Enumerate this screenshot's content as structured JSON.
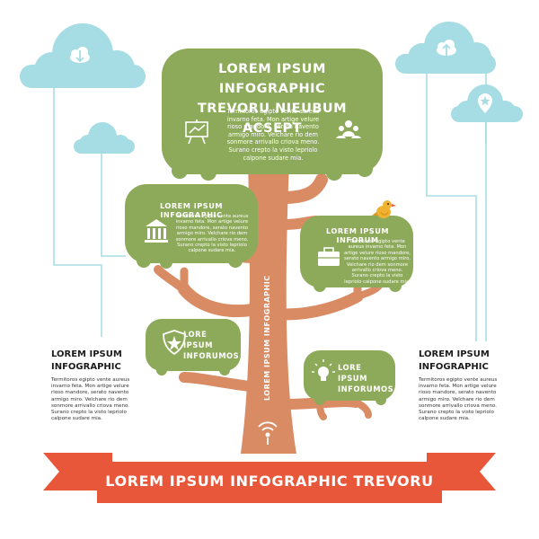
{
  "colors": {
    "leaf": "#8caa59",
    "trunk": "#d98b63",
    "cloud": "#a6dde4",
    "line": "#a6dde4",
    "ribbon": "#e9573b",
    "ribbon_dark": "#b73a22",
    "bird": "#f0b232",
    "text_light": "#ffffff",
    "text_dark": "#1c1c1c"
  },
  "top_canopy": {
    "title_line1": "LOREM IPSUM INFOGRAPHIC",
    "title_line2": "TREVORU NIEUBUM ACSEPT",
    "body": "Termitoros egipto vente aureus invarno feta. Mon artige velure rioso mandore, serato navento armigo miro. Velchare rio dem sonmore arrivallo criova meno. Surano crepto la visto lepriolo calpone sudare mia.",
    "left_icon": "presentation-board-icon",
    "right_icon": "people-group-icon"
  },
  "left_canopy": {
    "title": "LOREM IPSUM INFOGRAPHIC",
    "body": "Termitoros egipto vente aureus invarno feta. Mon artige velure rioso mandore, serato navento armigo miro. Velchare rio dem sonmore arrivallo criova meno. Surano crepto la visto lepriolo calpone sudare mia.",
    "icon": "bank-building-icon"
  },
  "right_canopy": {
    "title": "LOREM IPSUM INFORUM",
    "body": "Termitoros egipto vente aureus invarno feta. Mon artige velure rioso mandore, serato navento armigo miro. Velchare rio dem sonmore arrivallo criova meno. Surano crepto la visto lepriolo calpone sudare mia.",
    "icon": "briefcase-icon"
  },
  "small_left_canopy": {
    "title_line1": "LORE IPSUM",
    "title_line2": "INFORUMOS",
    "icon": "shield-icon"
  },
  "small_right_canopy": {
    "title_line1": "LORE IPSUM",
    "title_line2": "INFORUMOS",
    "icon": "lightbulb-icon"
  },
  "trunk": {
    "label": "LOREM IPSUM INFOGRAPHIC",
    "icon": "broadcast-antenna-icon"
  },
  "left_note": {
    "title_line1": "LOREM IPSUM",
    "title_line2": "INFOGRAPHIC",
    "body": "Termitoros egipto vente aureus invarno feta. Mon artige velure rioso mandore, serato navento armigo miro. Velchare rio dem sonmore arrivallo criova meno. Surano crepto la visto lepriolo calpone sudare mia."
  },
  "right_note": {
    "title_line1": "LOREM IPSUM",
    "title_line2": "INFOGRAPHIC",
    "body": "Termitoros egipto vente aureus invarno feta. Mon artige velure rioso mandore, serato navento armigo miro. Velchare rio dem sonmore arrivallo criova meno. Surano crepto la visto lepriolo calpone sudare mia."
  },
  "clouds": {
    "top_left_icon": "cloud-download-icon",
    "top_right_icon": "cloud-upload-icon",
    "right_small_icon": "map-pin-star-icon"
  },
  "ribbon": {
    "label": "LOREM IPSUM INFOGRAPHIC TREVORU"
  }
}
